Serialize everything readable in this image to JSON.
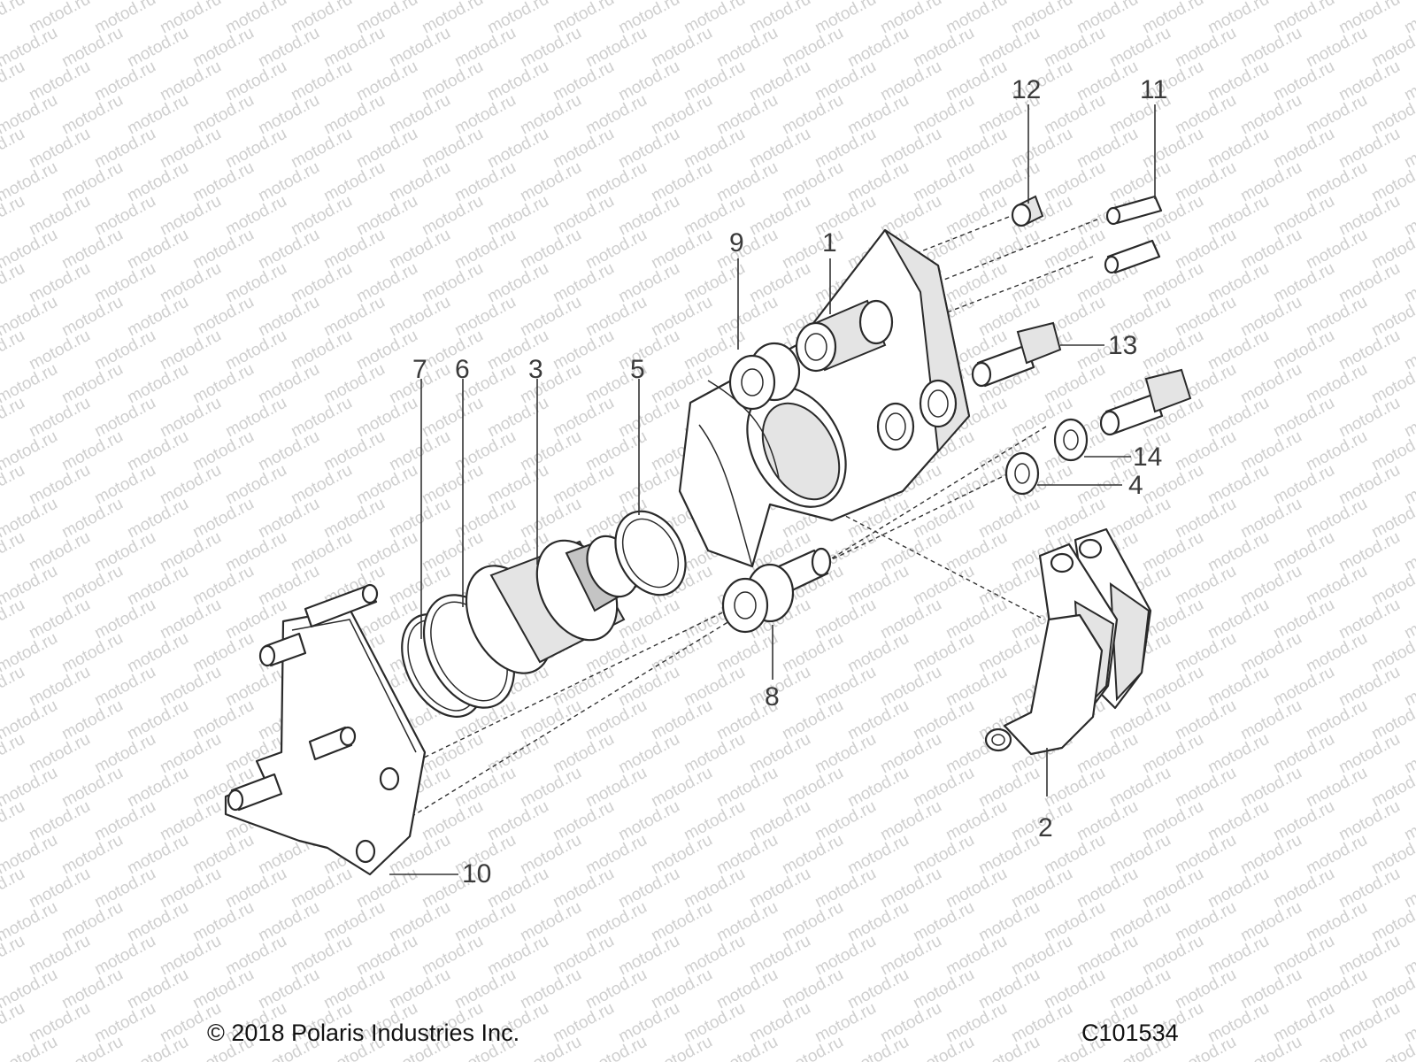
{
  "watermark": "motod.ru",
  "callouts": {
    "n1": "1",
    "n2": "2",
    "n3": "3",
    "n4": "4",
    "n5": "5",
    "n6": "6",
    "n7": "7",
    "n8": "8",
    "n9": "9",
    "n10": "10",
    "n11": "11",
    "n12": "12",
    "n13": "13",
    "n14": "14"
  },
  "footer": {
    "copyright": "© 2018 Polaris Industries Inc.",
    "figure_code": "C101534"
  }
}
